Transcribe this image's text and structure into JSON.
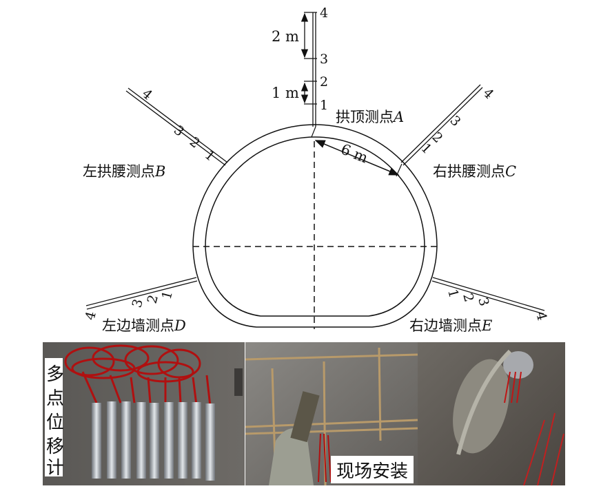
{
  "points": {
    "A": {
      "label": "拱顶测点",
      "letter": "A"
    },
    "B": {
      "label": "左拱腰测点",
      "letter": "B"
    },
    "C": {
      "label": "右拱腰测点",
      "letter": "C"
    },
    "D": {
      "label": "左边墙测点",
      "letter": "D"
    },
    "E": {
      "label": "右边墙测点",
      "letter": "E"
    }
  },
  "anchor_numbers": [
    "1",
    "2",
    "3",
    "4"
  ],
  "dimensions": {
    "spacing_large": "2 m",
    "spacing_small": "1 m",
    "radius": "6 m"
  },
  "photos": {
    "left_caption": [
      "多",
      "点",
      "位",
      "移",
      "计"
    ],
    "middle_caption": "现场安装"
  },
  "colors": {
    "line": "#111111",
    "wire": "#b01010",
    "rock": "#7a7670"
  }
}
